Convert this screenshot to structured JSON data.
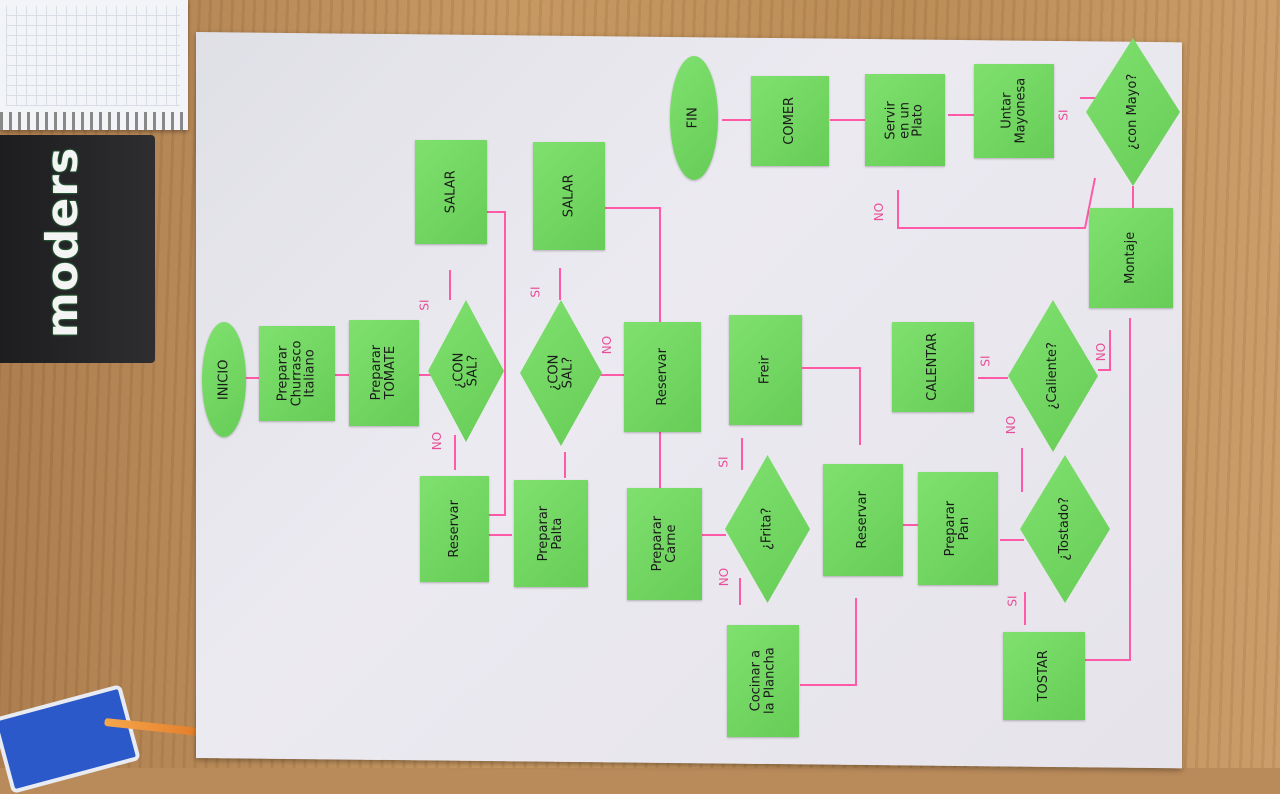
{
  "photo": {
    "laptop_sticker": "moders",
    "flowchart": {
      "nodes": [
        {
          "id": "inicio",
          "label": "INICIO",
          "shape": "oval"
        },
        {
          "id": "preparar-churrasco",
          "label": "Preparar\nChurrasco\nItaliano",
          "shape": "rect"
        },
        {
          "id": "preparar-tomate",
          "label": "Preparar\nTOMATE",
          "shape": "rect"
        },
        {
          "id": "con-sal-1",
          "label": "¿CON\nSAL?",
          "shape": "diamond"
        },
        {
          "id": "salar-1",
          "label": "SALAR",
          "shape": "rect"
        },
        {
          "id": "reservar-1",
          "label": "Reservar",
          "shape": "rect"
        },
        {
          "id": "preparar-palta",
          "label": "Preparar\nPalta",
          "shape": "rect"
        },
        {
          "id": "con-sal-2",
          "label": "¿CON\nSAL?",
          "shape": "diamond"
        },
        {
          "id": "salar-2",
          "label": "SALAR",
          "shape": "rect"
        },
        {
          "id": "reservar-2",
          "label": "Reservar",
          "shape": "rect"
        },
        {
          "id": "preparar-carne",
          "label": "Preparar\nCarne",
          "shape": "rect"
        },
        {
          "id": "frita",
          "label": "¿Frita?",
          "shape": "diamond"
        },
        {
          "id": "freir",
          "label": "Freir",
          "shape": "rect"
        },
        {
          "id": "cocinar-plancha",
          "label": "Cocinar a\nla Plancha",
          "shape": "rect"
        },
        {
          "id": "reservar-3",
          "label": "Reservar",
          "shape": "rect"
        },
        {
          "id": "preparar-pan",
          "label": "Preparar\nPan",
          "shape": "rect"
        },
        {
          "id": "tostado",
          "label": "¿Tostado?",
          "shape": "diamond"
        },
        {
          "id": "tostar",
          "label": "TOSTAR",
          "shape": "rect"
        },
        {
          "id": "caliente",
          "label": "¿Caliente?",
          "shape": "diamond"
        },
        {
          "id": "calentar",
          "label": "CALENTAR",
          "shape": "rect"
        },
        {
          "id": "montaje",
          "label": "Montaje",
          "shape": "rect"
        },
        {
          "id": "con-mayo",
          "label": "¿con Mayo?",
          "shape": "diamond"
        },
        {
          "id": "untar-mayonesa",
          "label": "Untar\nMayonesa",
          "shape": "rect"
        },
        {
          "id": "servir-plato",
          "label": "Servir\nen un\nPlato",
          "shape": "rect"
        },
        {
          "id": "comer",
          "label": "COMER",
          "shape": "rect"
        },
        {
          "id": "fin",
          "label": "FIN",
          "shape": "oval"
        }
      ],
      "edge_labels": {
        "si": "SI",
        "no": "NO"
      }
    }
  }
}
